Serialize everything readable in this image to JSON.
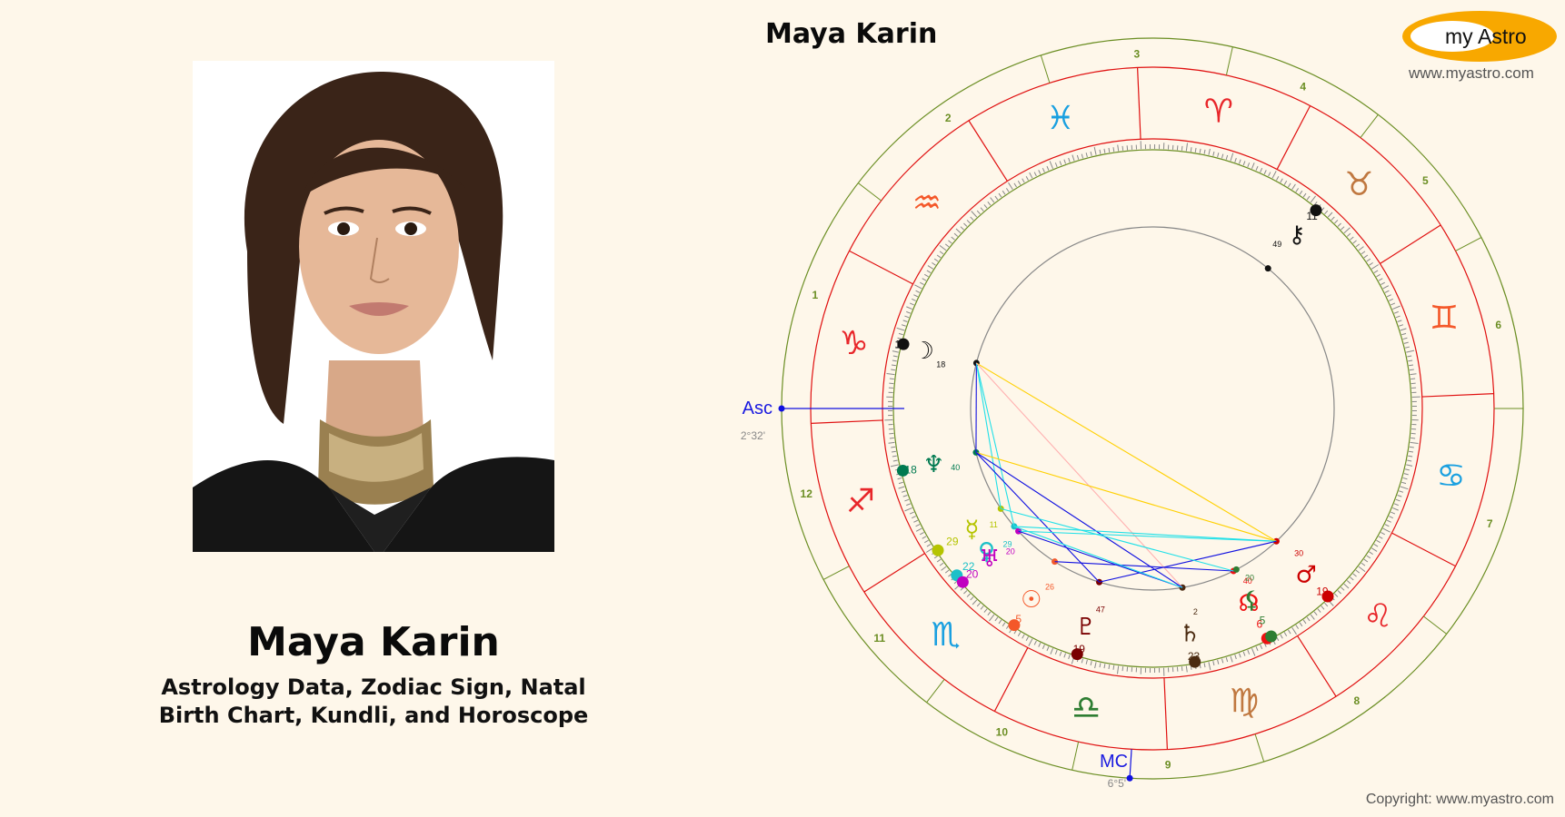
{
  "left_panel": {
    "person_name": "Maya Karin",
    "subtitle_line1": "Astrology Data, Zodiac Sign, Natal",
    "subtitle_line2": "Birth Chart, Kundli, and Horoscope",
    "photo_alt": "Portrait of Maya Karin"
  },
  "chart": {
    "title": "Maya Karin",
    "asc": {
      "label": "Asc",
      "degree": "2°32'"
    },
    "mc": {
      "label": "MC",
      "degree": "6°5'"
    },
    "house_numbers": [
      "1",
      "2",
      "3",
      "4",
      "5",
      "6",
      "7",
      "8",
      "9",
      "10",
      "11",
      "12"
    ],
    "signs": [
      {
        "name": "capricorn",
        "glyph": "♑",
        "color": "#e8262a"
      },
      {
        "name": "aquarius",
        "glyph": "♒",
        "color": "#f4582a"
      },
      {
        "name": "pisces",
        "glyph": "♓",
        "color": "#1aa0e0"
      },
      {
        "name": "aries",
        "glyph": "♈",
        "color": "#e8262a"
      },
      {
        "name": "taurus",
        "glyph": "♉",
        "color": "#c07840"
      },
      {
        "name": "gemini",
        "glyph": "♊",
        "color": "#f4582a"
      },
      {
        "name": "cancer",
        "glyph": "♋",
        "color": "#1aa0e0"
      },
      {
        "name": "leo",
        "glyph": "♌",
        "color": "#e8262a"
      },
      {
        "name": "virgo",
        "glyph": "♍",
        "color": "#c07840"
      },
      {
        "name": "libra",
        "glyph": "♎",
        "color": "#2e7d32"
      },
      {
        "name": "scorpio",
        "glyph": "♏",
        "color": "#1aa0e0"
      },
      {
        "name": "sagittarius",
        "glyph": "♐",
        "color": "#e8262a"
      }
    ],
    "planets": [
      {
        "name": "sun",
        "glyph": "☉",
        "deg": "5",
        "min": "26",
        "color": "#f4582a"
      },
      {
        "name": "moon",
        "glyph": "☽",
        "deg": "17",
        "min": "18",
        "color": "#111111"
      },
      {
        "name": "mercury",
        "glyph": "☿",
        "deg": "29",
        "min": "11",
        "color": "#b5c400"
      },
      {
        "name": "venus",
        "glyph": "♀",
        "deg": "22",
        "min": "29",
        "color": "#1cc0c8"
      },
      {
        "name": "mars",
        "glyph": "♂",
        "deg": "19",
        "min": "30",
        "color": "#cc0000"
      },
      {
        "name": "saturn",
        "glyph": "♄",
        "deg": "23",
        "min": "2",
        "color": "#4a2a10"
      },
      {
        "name": "uranus",
        "glyph": "♅",
        "deg": "20",
        "min": "20",
        "color": "#c000c0"
      },
      {
        "name": "neptune",
        "glyph": "♆",
        "deg": "18",
        "min": "40",
        "color": "#007a50"
      },
      {
        "name": "pluto",
        "glyph": "♇",
        "deg": "19",
        "min": "47",
        "color": "#7a0000"
      },
      {
        "name": "node",
        "glyph": "☊",
        "deg": "6",
        "min": "40",
        "color": "#ee1111"
      },
      {
        "name": "lilith",
        "glyph": "⚸",
        "deg": "5",
        "min": "20",
        "color": "#2e7d32"
      },
      {
        "name": "chiron",
        "glyph": "⚷",
        "deg": "11",
        "min": "49",
        "color": "#111111"
      }
    ]
  },
  "branding": {
    "logo_my": "my",
    "logo_astro": "Astro",
    "url": "www.myastro.com",
    "copyright": "Copyright: www.myastro.com"
  }
}
